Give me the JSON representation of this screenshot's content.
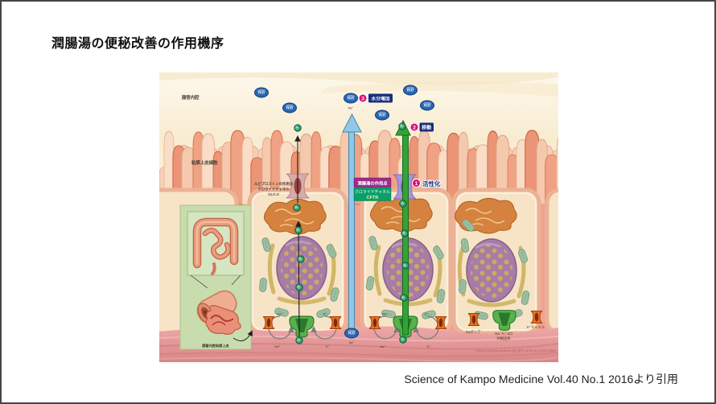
{
  "window": {
    "title": "潤腸湯の便秘改善の作用機序",
    "citation": "Science of Kampo Medicine Vol.40 No.1 2016より引用"
  },
  "diagram": {
    "labels": {
      "lumen": "腸管内腔",
      "epithelial_cells": "粘膜上皮細胞",
      "inset_caption": "腸管内腔粘膜上皮",
      "credit": "Science of Kampo Medicine 漢方医学 Vol.40 No.1 2016 (26)25"
    },
    "molecules": {
      "water": "H₂O",
      "chloride": "Cl⁻",
      "sodium": "Na⁺",
      "potassium": "K⁺"
    },
    "steps": {
      "s1_num": "1",
      "s1_label": "活性化",
      "s2_num": "2",
      "s2_label": "移動",
      "s3_num": "3",
      "s3_label": "水分増加"
    },
    "junchoto_target": {
      "title": "潤腸湯の作用点",
      "channel": "クロライドチャネル",
      "channel_name": "CFTR"
    },
    "lubiprostone_target": {
      "title": "ルビプロストンの作用点",
      "channel": "クロライドチャネル",
      "channel_name": "CLC-2"
    },
    "transporters": {
      "na_pump": "Naポンプ",
      "nkcc": "Na⁺ K⁺ 2Cl",
      "nkcc2": "共輸送体",
      "k_channel": "K⁺チャネル"
    }
  },
  "colors": {
    "accent_magenta": "#d6137e",
    "label_navy": "#152f7c",
    "junchoto_box": "#9c2c8c",
    "cftr_box": "#0a9e68",
    "water_blue": "#2a66b4",
    "chloride_green": "#2f9e68",
    "arrow_blue": "#8fc8e8",
    "arrow_green": "#33a336"
  }
}
